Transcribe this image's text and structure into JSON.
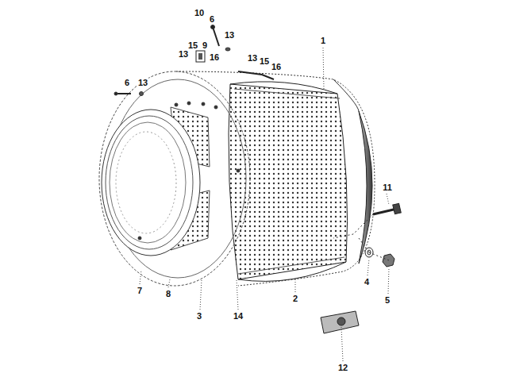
{
  "diagram": {
    "labels": [
      "10",
      "6",
      "13",
      "1",
      "15",
      "9",
      "13",
      "16",
      "13",
      "15",
      "16",
      "6",
      "13",
      "11",
      "4",
      "7",
      "8",
      "2",
      "5",
      "3",
      "14",
      "12"
    ]
  }
}
